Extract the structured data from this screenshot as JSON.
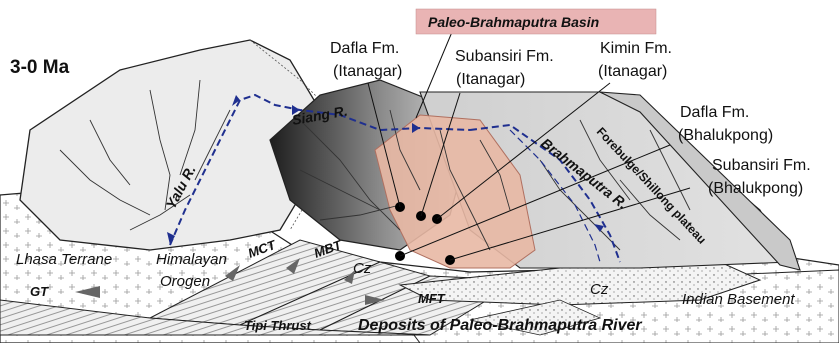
{
  "time_label": "3-0 Ma",
  "basin_title": "Paleo-Brahmaputra Basin",
  "formations": {
    "dafla_itanagar": [
      "Dafla Fm.",
      "(Itanagar)"
    ],
    "subansiri_itanagar": [
      "Subansiri Fm.",
      "(Itanagar)"
    ],
    "kimin_itanagar": [
      "Kimin Fm.",
      "(Itanagar)"
    ],
    "dafla_bhalukpong": [
      "Dafla Fm.",
      "(Bhalukpong)"
    ],
    "subansiri_bhalukpong": [
      "Subansiri Fm.",
      "(Bhalukpong)"
    ]
  },
  "rivers": {
    "yalu": "Yalu R.",
    "siang": "Siang R.",
    "brahmaputra": "Brahmaputra R."
  },
  "terranes": {
    "lhasa": "Lhasa Terrane",
    "himalayan_1": "Himalayan",
    "himalayan_2": "Orogen",
    "indian_basement": "Indian Basement",
    "forebulge": "Forebulge/Shillong plateau"
  },
  "faults": {
    "gt": "GT",
    "mct": "MCT",
    "mbt": "MBT",
    "mft": "MFT",
    "cz_left": "Cz",
    "cz_right": "Cz",
    "tipi": "Tipi Thrust"
  },
  "deposits_label": "Deposits of Paleo-Brahmaputra River",
  "colors": {
    "basin_fill": "#e8b8a4",
    "title_bg": "#e9b4b4",
    "river": "#1f2f8f",
    "outline": "#222222"
  }
}
